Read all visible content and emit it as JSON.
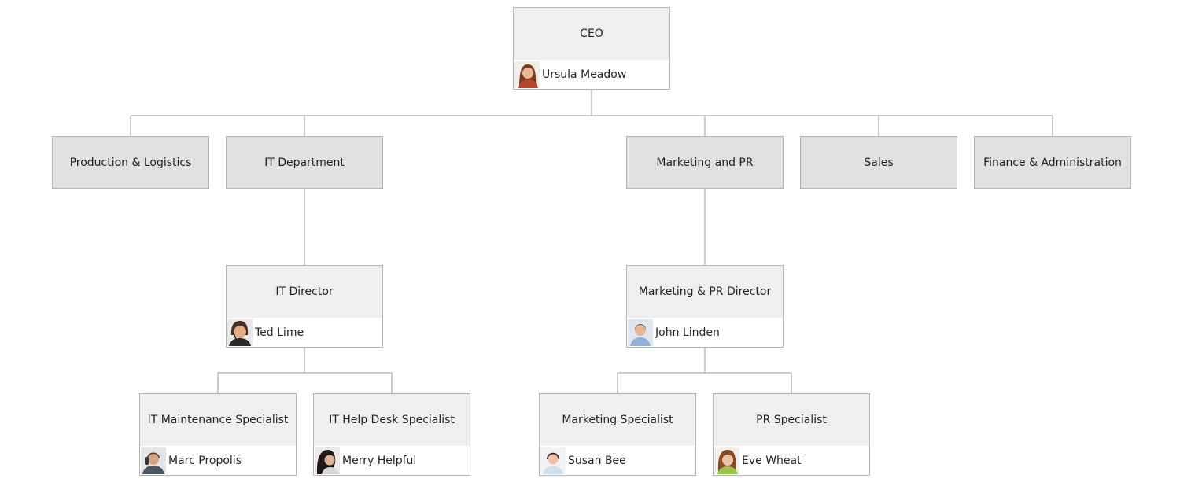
{
  "org": {
    "ceo": {
      "title": "CEO",
      "person": "Ursula Meadow",
      "avatar": "female-avatar-icon"
    },
    "departments": [
      {
        "title": "Production & Logistics"
      },
      {
        "title": "IT Department"
      },
      {
        "title": "Marketing and PR"
      },
      {
        "title": "Sales"
      },
      {
        "title": "Finance & Administration"
      }
    ],
    "it_director": {
      "title": "IT Director",
      "person": "Ted Lime",
      "avatar": "male-headset-avatar-icon"
    },
    "it_maintenance": {
      "title": "IT Maintenance Specialist",
      "person": "Marc Propolis",
      "avatar": "male-phone-avatar-icon"
    },
    "it_helpdesk": {
      "title": "IT Help Desk Specialist",
      "person": "Merry Helpful",
      "avatar": "female-headset-avatar-icon"
    },
    "mkt_director": {
      "title": "Marketing & PR Director",
      "person": "John Linden",
      "avatar": "male-avatar-icon"
    },
    "mkt_specialist": {
      "title": "Marketing Specialist",
      "person": "Susan Bee",
      "avatar": "female-avatar-icon"
    },
    "pr_specialist": {
      "title": "PR Specialist",
      "person": "Eve Wheat",
      "avatar": "female-avatar-icon"
    }
  },
  "colors": {
    "connector": "#9a9a9a",
    "border": "#b4b4b4",
    "dept_fill": "#e1e1e1",
    "title_fill": "#efefef"
  }
}
